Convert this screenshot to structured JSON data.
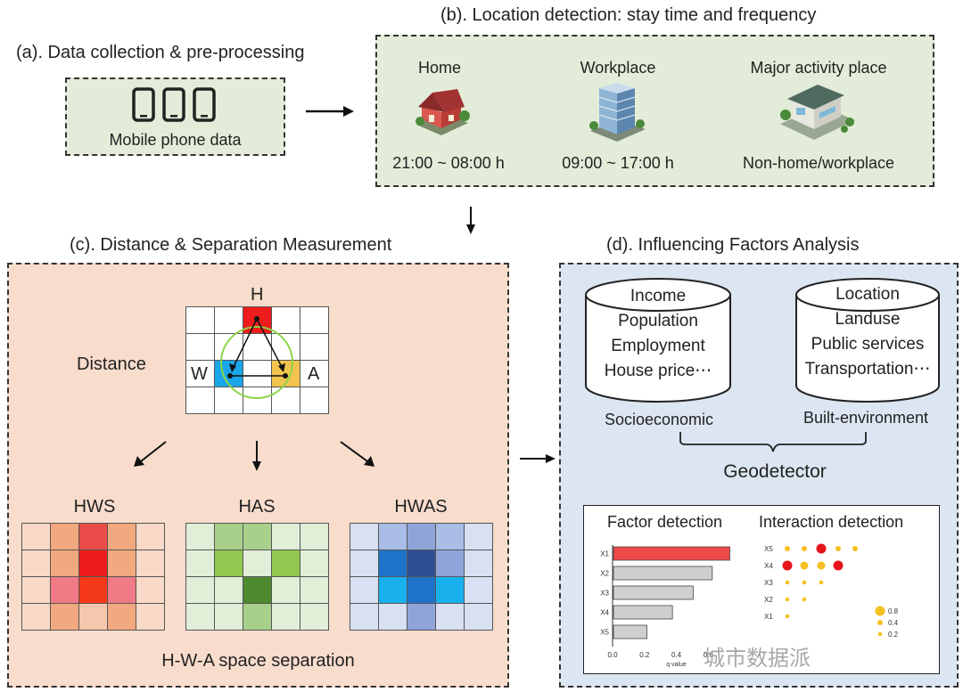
{
  "panel_a": {
    "title": "(a). Data collection & pre-processing",
    "label": "Mobile phone data"
  },
  "panel_b": {
    "title": "(b). Location detection: stay time and frequency",
    "places": [
      {
        "name": "Home",
        "time": "21:00 ~ 08:00 h"
      },
      {
        "name": "Workplace",
        "time": "09:00 ~ 17:00 h"
      },
      {
        "name": "Major activity place",
        "time": "Non-home/workplace"
      }
    ]
  },
  "panel_c": {
    "title": "(c). Distance & Separation Measurement",
    "distance_label": "Distance",
    "node_h": "H",
    "node_w": "W",
    "node_a": "A",
    "grids": [
      {
        "name": "HWS",
        "colors": [
          "#f9d9c8",
          "#f2a97f",
          "#ea4c4a",
          "#f2a97f",
          "#f9d9c8",
          "#f9d9c8",
          "#f2a97f",
          "#ee1c1c",
          "#f2a97f",
          "#f9d9c8",
          "#f9d9c8",
          "#f07a86",
          "#f53a1a",
          "#f07a86",
          "#f9d9c8",
          "#f9d9c8",
          "#f2a97f",
          "#f6c7ad",
          "#f2a97f",
          "#f9d9c8"
        ]
      },
      {
        "name": "HAS",
        "colors": [
          "#e1eed8",
          "#a8d08b",
          "#a8d08b",
          "#e1eed8",
          "#e1eed8",
          "#e1eed8",
          "#90c850",
          "#e1eed8",
          "#90c850",
          "#e1eed8",
          "#e1eed8",
          "#e1eed8",
          "#4e8a2e",
          "#e1eed8",
          "#e1eed8",
          "#e1eed8",
          "#e1eed8",
          "#a8d08b",
          "#e1eed8",
          "#e1eed8"
        ]
      },
      {
        "name": "HWAS",
        "colors": [
          "#d8e0f2",
          "#a9bde6",
          "#8fa5d9",
          "#a9bde6",
          "#d8e0f2",
          "#d8e0f2",
          "#1e73c8",
          "#2e4e94",
          "#8fa5d9",
          "#d8e0f2",
          "#d8e0f2",
          "#19b0ee",
          "#1e73c8",
          "#19b0ee",
          "#d8e0f2",
          "#d8e0f2",
          "#d8e0f2",
          "#8fa5d9",
          "#d8e0f2",
          "#d8e0f2"
        ]
      }
    ],
    "footer": "H-W-A space separation"
  },
  "panel_d": {
    "title": "(d). Influencing Factors Analysis",
    "socio_items": [
      "Income",
      "Population",
      "Employment",
      "House price⋯"
    ],
    "built_items": [
      "Location",
      "Landuse",
      "Public services",
      "Transportation⋯"
    ],
    "socio_label": "Socioeconomic",
    "built_label": "Built-environment",
    "method": "Geodetector",
    "factor_title": "Factor detection",
    "interaction_title": "Interaction detection"
  },
  "watermark": "城市数据派",
  "chart_data": [
    {
      "type": "bar",
      "orientation": "horizontal",
      "title": "Factor detection",
      "categories": [
        "X1",
        "X2",
        "X3",
        "X4",
        "X5"
      ],
      "values": [
        0.73,
        0.62,
        0.5,
        0.37,
        0.21
      ],
      "xlabel": "q value",
      "xlim": [
        0,
        0.8
      ],
      "xticks": [
        "0.0",
        "0.2",
        "0.4",
        "0.6"
      ],
      "colors": [
        "#ee4a4a",
        "#cfcfcf",
        "#cfcfcf",
        "#cfcfcf",
        "#cfcfcf"
      ]
    },
    {
      "type": "scatter",
      "title": "Interaction detection",
      "categories": [
        "X1",
        "X2",
        "X3",
        "X4",
        "X5"
      ],
      "points": [
        {
          "row": "X5",
          "col": "X1",
          "value": 0.3
        },
        {
          "row": "X5",
          "col": "X2",
          "value": 0.3
        },
        {
          "row": "X5",
          "col": "X3",
          "value": 0.8
        },
        {
          "row": "X5",
          "col": "X4",
          "value": 0.3
        },
        {
          "row": "X5",
          "col": "X5",
          "value": 0.3
        },
        {
          "row": "X4",
          "col": "X1",
          "value": 0.8
        },
        {
          "row": "X4",
          "col": "X2",
          "value": 0.6
        },
        {
          "row": "X4",
          "col": "X3",
          "value": 0.6
        },
        {
          "row": "X4",
          "col": "X4",
          "value": 0.8
        },
        {
          "row": "X3",
          "col": "X1",
          "value": 0.2
        },
        {
          "row": "X3",
          "col": "X2",
          "value": 0.2
        },
        {
          "row": "X3",
          "col": "X3",
          "value": 0.2
        },
        {
          "row": "X2",
          "col": "X1",
          "value": 0.2
        },
        {
          "row": "X2",
          "col": "X2",
          "value": 0.2
        },
        {
          "row": "X1",
          "col": "X1",
          "value": 0.2
        }
      ],
      "legend": [
        {
          "label": "0.8",
          "value": 0.8
        },
        {
          "label": "0.4",
          "value": 0.4
        },
        {
          "label": "0.2",
          "value": 0.2
        }
      ],
      "highlight_color": "#e8141c",
      "base_color": "#f5c020"
    }
  ]
}
